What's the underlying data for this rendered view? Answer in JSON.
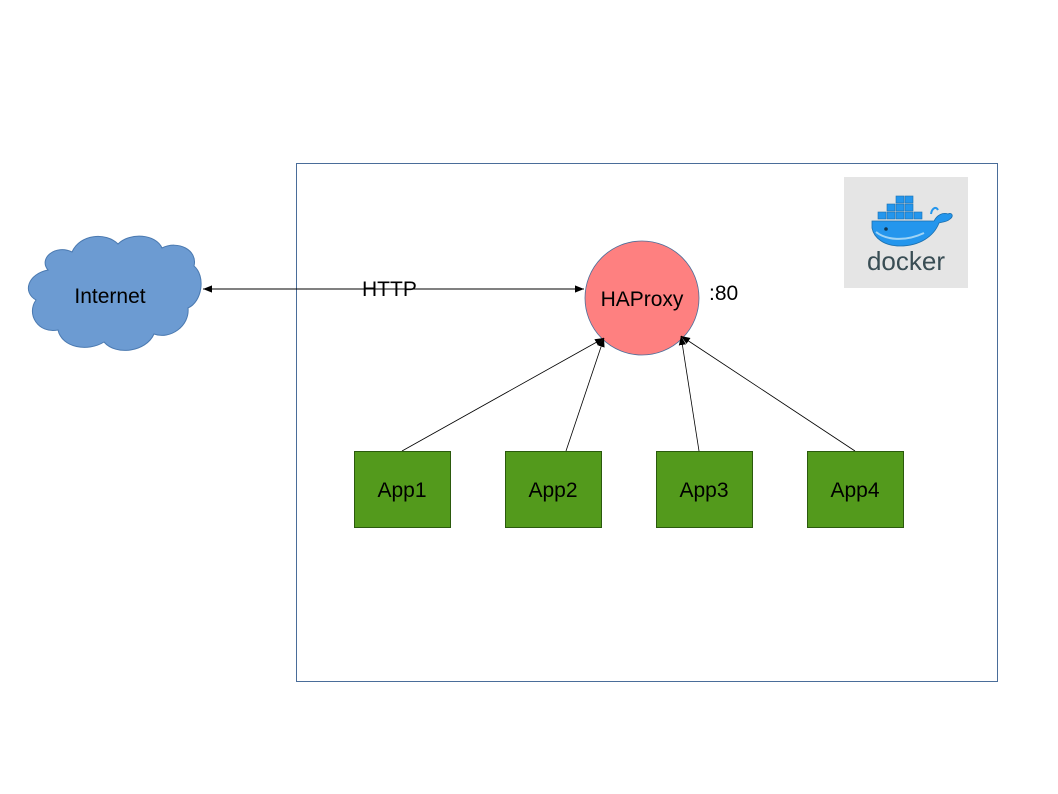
{
  "nodes": {
    "internet": {
      "label": "Internet"
    },
    "haproxy": {
      "label": "HAProxy",
      "port_label": ":80"
    },
    "apps": [
      {
        "label": "App1"
      },
      {
        "label": "App2"
      },
      {
        "label": "App3"
      },
      {
        "label": "App4"
      }
    ]
  },
  "edges": {
    "http_label": "HTTP"
  },
  "logo": {
    "text": "docker"
  },
  "colors": {
    "cloud_fill": "#6c9bd2",
    "cloud_stroke": "#4a79b0",
    "haproxy_fill": "#fe8080",
    "app_fill": "#539a1c",
    "app_stroke": "#2b5a0d",
    "container_stroke": "#4a6d99",
    "logo_bg": "#e5e5e5",
    "whale_blue": "#2496ed",
    "logo_text": "#394d54"
  }
}
